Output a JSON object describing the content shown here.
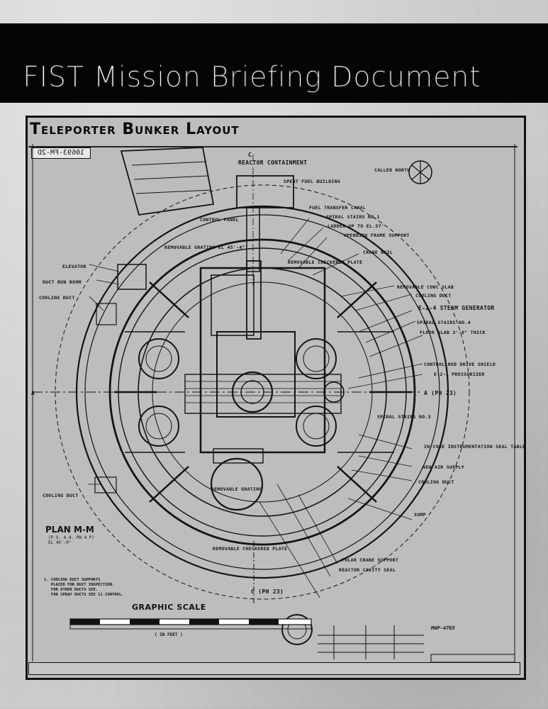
{
  "header": {
    "title": "FIST Mission Briefing Document"
  },
  "drawing": {
    "title": "Teleporter Bunker Layout",
    "code": "10693-FM-2D",
    "plan_name": "PLAN M-M",
    "plan_sub": "(P.S. 4.4. PW 4 P)\nEL 45'-0\"",
    "graphic_scale_title": "GRAPHIC SCALE",
    "graphic_scale_unit": "( IN FEET )",
    "revision_mark": "MAP-4765",
    "section_a_left": "A",
    "section_a_right": "A (PH 23)",
    "section_c_top": "C",
    "section_c_bottom": "C (PH 23)",
    "labels": [
      "REACTOR CONTAINMENT",
      "SPENT FUEL BUILDING",
      "CALLED NORTH",
      "FUEL TRANSFER CANAL",
      "SPIRAL STAIRS NO.1",
      "LADDER UP TO EL.57'",
      "UPENDING FRAME SUPPORT",
      "CRANE RAIL",
      "CONTROL PANEL",
      "REMOVABLE GRATING EL 45'-4\"",
      "REMOVABLE CHECKERED PLATE",
      "ELEVATOR",
      "DUCT RUN ROOM",
      "COOLING DUCT",
      "REMOVABLE CONC SLAB",
      "COOLING DUCT",
      "E-2-4 STEAM GENERATOR",
      "SPIRAL STAIRS NO.4",
      "FLOOR SLAB 3'-0\" THICK",
      "CONTROL ROD DRIVE SHIELD",
      "E-2-1 PRESSURIZER",
      "SPIRAL STAIRS NO.3",
      "IN-CORE INSTRUMENTATION SEAL TABLE",
      "NEW AIR SUPPLY",
      "COOLING DUCT",
      "COOLING DUCT",
      "REMOVABLE GRATING",
      "REMOVABLE CHECKERED PLATE",
      "POLAR CRANE SUPPORT",
      "REACTOR CAVITY SEAL",
      "SUMP"
    ],
    "notes": "1. COOLING DUCT SUPPORTS\n   PLACED FOR DUCT INSPECTION.\n   FOR OTHER DUCTS SEE.\n   FOR SPRAY DUCTS SEE 11 CONTROL."
  }
}
